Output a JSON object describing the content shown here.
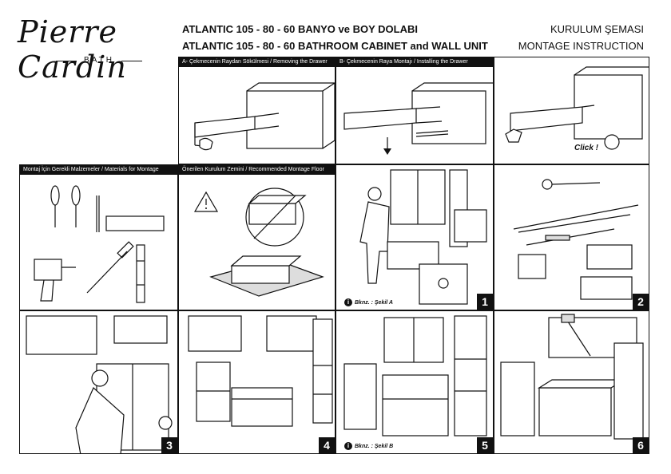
{
  "brand": {
    "logo_text": "Pierre Cardin",
    "sub": "BATH"
  },
  "header": {
    "title_tr": "ATLANTIC 105 - 80 - 60 BANYO ve BOY DOLABI",
    "title_en": "ATLANTIC 105 - 80 - 60 BATHROOM CABINET and WALL UNIT",
    "doc_tr": "KURULUM ŞEMASI",
    "doc_en": "MONTAGE INSTRUCTION"
  },
  "panels": {
    "a_header": "A- Çekmecenin Raydan Sökülmesi / Removing the Drawer",
    "b_header": "B- Çekmecenin Raya Montajı / Installing the Drawer",
    "materials_header": "Montaj İçin Gerekli Malzemeler / Materials for Montage",
    "floor_header": "Önerilen Kurulum Zemini / Recommended Montage Floor",
    "click_label": "Click !",
    "step1": "1",
    "step2": "2",
    "step3": "3",
    "step4": "4",
    "step5": "5",
    "step6": "6",
    "note_a": "Bknz. : Şekil A",
    "note_b": "Bknz. : Şekil B",
    "info_glyph": "i"
  }
}
